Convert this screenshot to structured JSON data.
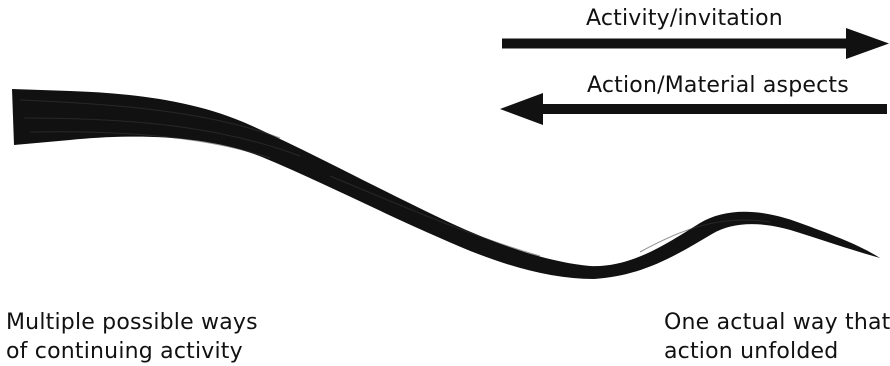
{
  "arrows": {
    "top_label": "Activity/invitation",
    "top_direction": "right",
    "bottom_label": "Action/Material aspects",
    "bottom_direction": "left"
  },
  "captions": {
    "left_line1": "Multiple possible ways",
    "left_line2": "of continuing activity",
    "right_line1": "One actual way that",
    "right_line2": "action unfolded"
  },
  "colors": {
    "stroke": "#111111",
    "background": "#ffffff"
  }
}
